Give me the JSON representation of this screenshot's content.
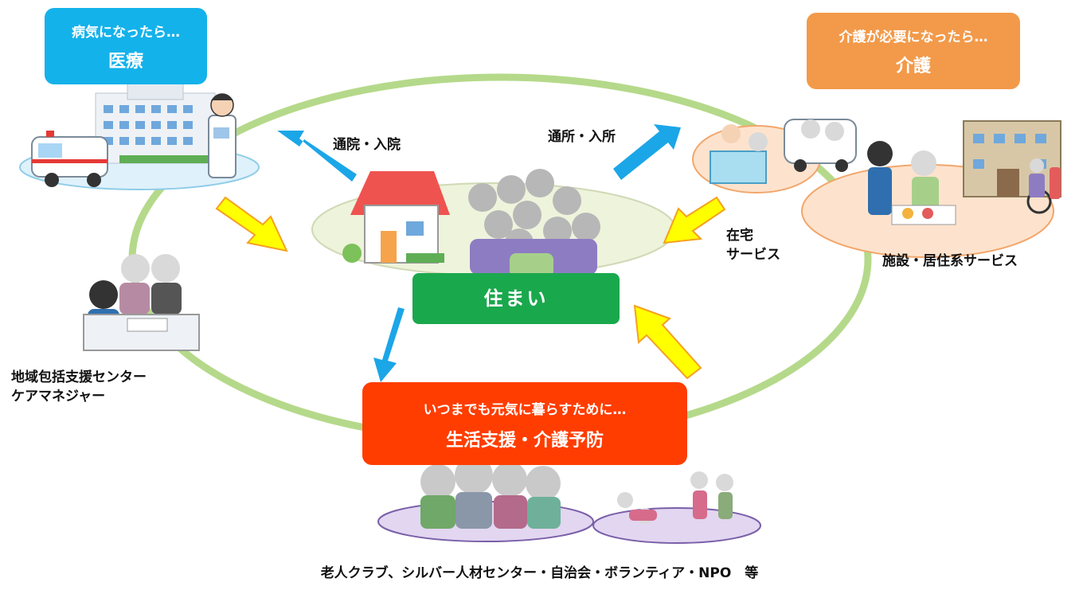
{
  "colors": {
    "ring": "#b5d98a",
    "medical_box": "#14b2ea",
    "care_box": "#f29a4a",
    "home_box": "#1aa84d",
    "support_box": "#ff3d00",
    "blue_arrow": "#1ba6e8",
    "yellow_arrow": "#ffff00",
    "yellow_arrow_edge": "#f5a020"
  },
  "boxes": {
    "medical": {
      "line1": "病気になったら…",
      "line2": "医療"
    },
    "care": {
      "line1": "介護が必要になったら…",
      "line2": "介護"
    },
    "home": {
      "label": "住まい"
    },
    "support": {
      "line1": "いつまでも元気に暮らすために…",
      "line2": "生活支援・介護予防"
    }
  },
  "labels": {
    "hospital_visit": "通院・入院",
    "facility_visit": "通所・入所",
    "home_service_1": "在宅",
    "home_service_2": "サービス",
    "facility_service": "施設・居住系サービス",
    "community_center_1": "地域包括支援センター",
    "community_center_2": "ケアマネジャー",
    "footer": "老人クラブ、シルバー人材センター・自治会・ボランティア・NPO　等"
  },
  "illustrations": [
    "hospital",
    "ambulance",
    "doctor",
    "house",
    "elderly-group",
    "bath-care",
    "care-van",
    "care-facility",
    "caregiver-meal",
    "wheelchair",
    "consultation-desk",
    "elderly-friends",
    "exercise-group"
  ]
}
